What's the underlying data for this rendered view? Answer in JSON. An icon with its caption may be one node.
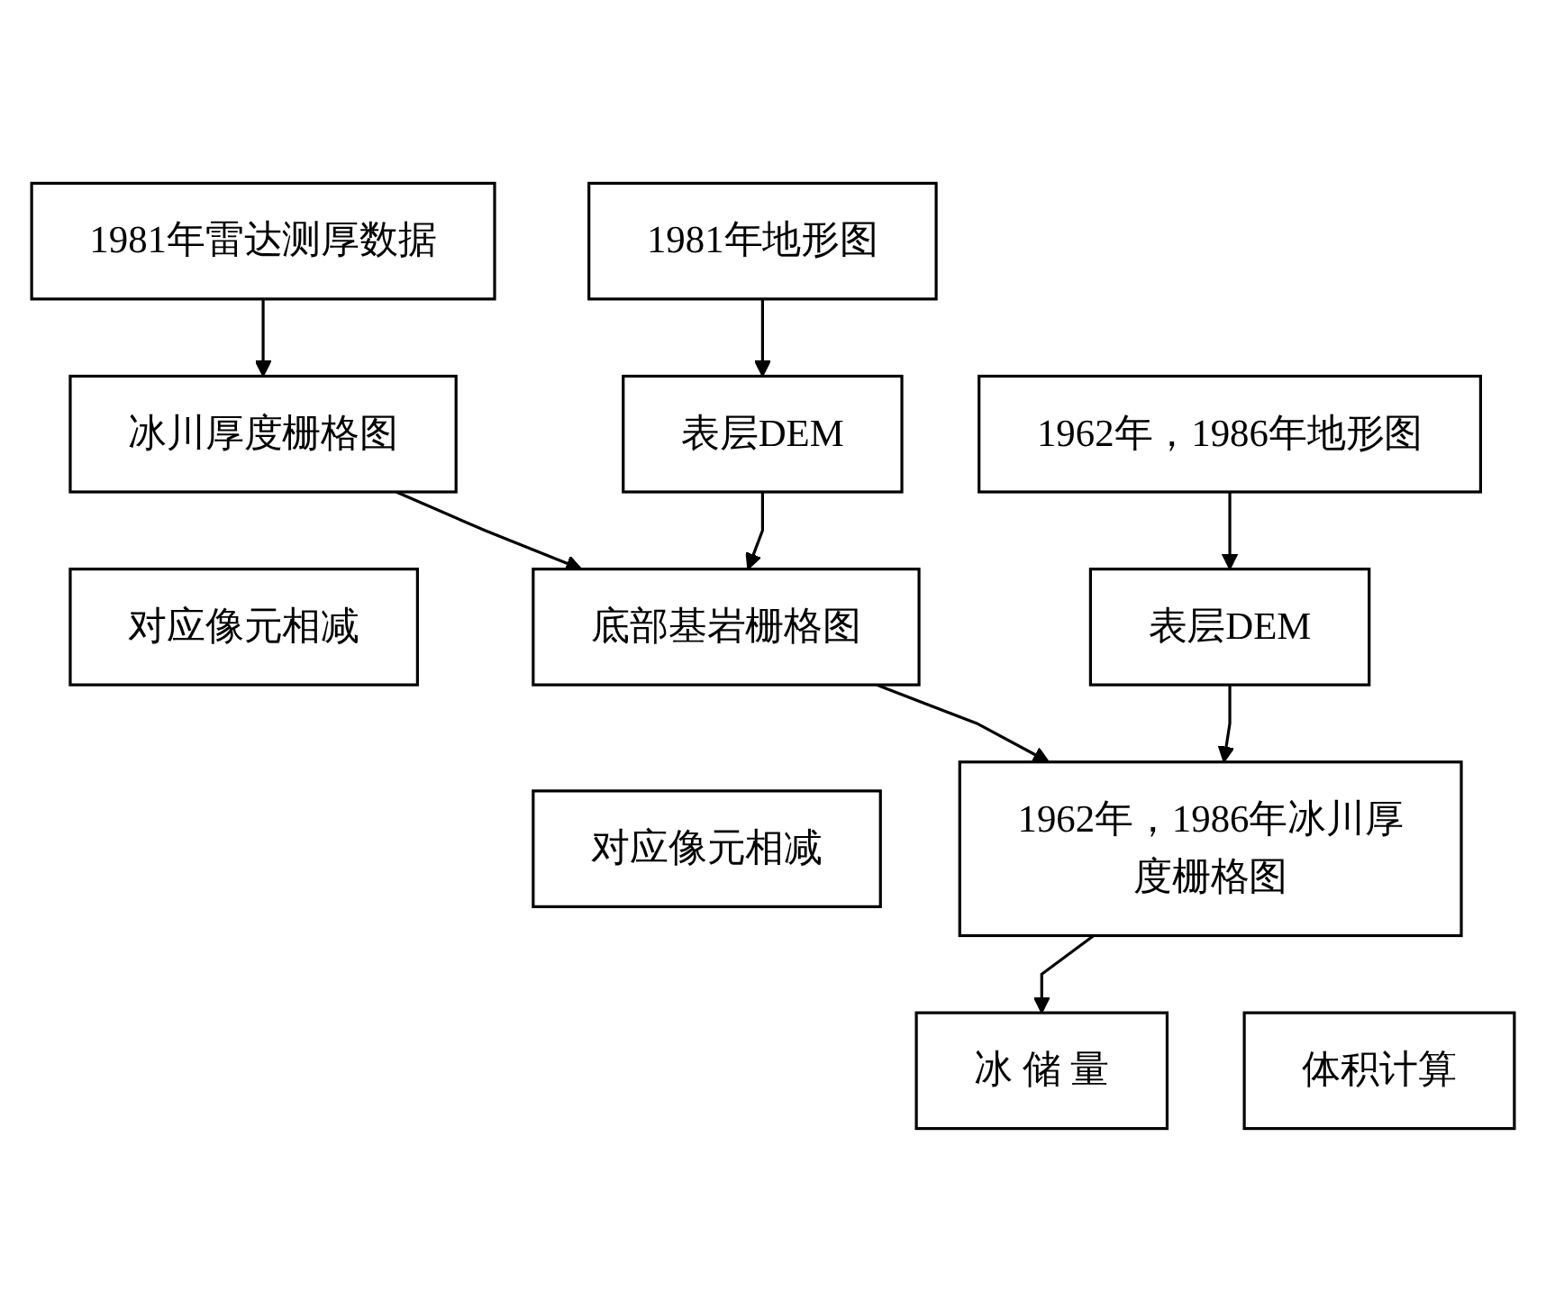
{
  "diagram": {
    "nodes": [
      {
        "text": [
          "1981年地形图"
        ]
      },
      {
        "text": [
          "1981年雷达测厚数据"
        ]
      },
      {
        "text": [
          "表层DEM"
        ]
      },
      {
        "text": [
          "冰川厚度栅格图"
        ]
      },
      {
        "text": [
          "1962年，1986年地形图"
        ]
      },
      {
        "text": [
          "对应像元相减"
        ]
      },
      {
        "text": [
          "表层DEM"
        ]
      },
      {
        "text": [
          "底部基岩栅格图"
        ]
      },
      {
        "text": [
          "对应像元相减"
        ]
      },
      {
        "text": [
          "1962年，1986年冰川厚度栅格图"
        ]
      },
      {
        "text": [
          "体积计算"
        ]
      },
      {
        "text": [
          "冰 储 量"
        ]
      }
    ],
    "edges": [
      {
        "from": 0,
        "to": 2,
        "arrow": "to"
      },
      {
        "from": 1,
        "to": 3,
        "arrow": "to"
      },
      {
        "from": 2,
        "to": 7,
        "arrow": "to"
      },
      {
        "from": 3,
        "to": 7,
        "arrow": "to"
      },
      {
        "from": 4,
        "to": 6,
        "arrow": "to"
      },
      {
        "from": 6,
        "to": 9,
        "arrow": "to"
      },
      {
        "from": 7,
        "to": 9,
        "arrow": "to"
      },
      {
        "from": 9,
        "to": 11,
        "arrow": "to"
      }
    ]
  }
}
